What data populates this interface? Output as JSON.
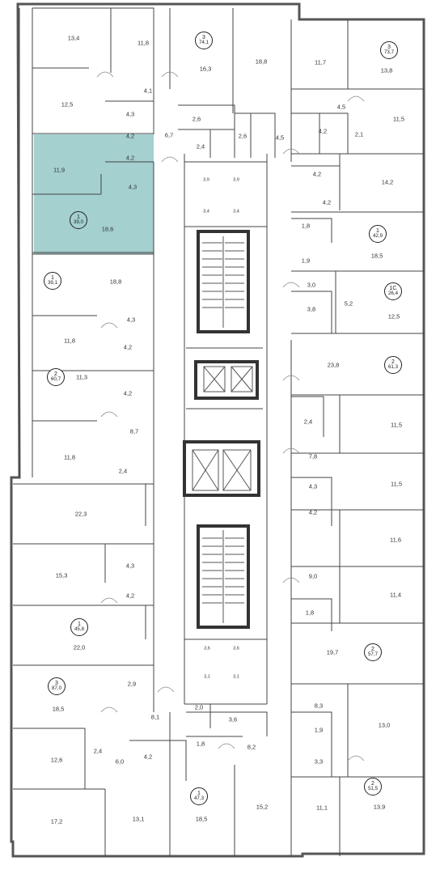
{
  "highlight_color": "#a4d0cf",
  "apartments": [
    {
      "key": "a1",
      "rooms": "3",
      "area": "74,1"
    },
    {
      "key": "a2",
      "rooms": "3",
      "area": "73,7"
    },
    {
      "key": "a3",
      "rooms": "1",
      "area": "39,0",
      "highlighted": true
    },
    {
      "key": "a4",
      "rooms": "1",
      "area": "42,9"
    },
    {
      "key": "a5",
      "rooms": "1",
      "area": "39,1"
    },
    {
      "key": "a6",
      "rooms": "1С",
      "area": "26,4"
    },
    {
      "key": "a7",
      "rooms": "2",
      "area": "61,3"
    },
    {
      "key": "a8",
      "rooms": "2",
      "area": "60,7"
    },
    {
      "key": "a9",
      "rooms": "1",
      "area": "45,8"
    },
    {
      "key": "a10",
      "rooms": "2",
      "area": "57,7"
    },
    {
      "key": "a11",
      "rooms": "3",
      "area": "87,0"
    },
    {
      "key": "a12",
      "rooms": "2",
      "area": "51,5"
    },
    {
      "key": "a13",
      "rooms": "1",
      "area": "47,3"
    }
  ],
  "rooms": [
    "13,4",
    "11,8",
    "16,3",
    "18,8",
    "11,7",
    "13,8",
    "4,1",
    "12,5",
    "4,3",
    "2,6",
    "2,6",
    "4,5",
    "11,5",
    "4,2",
    "6,7",
    "2,4",
    "4,5",
    "4,2",
    "2,1",
    "11,9",
    "4,2",
    "4,3",
    "4,2",
    "14,2",
    "18,6",
    "4,2",
    "1,8",
    "18,5",
    "1,9",
    "3,0",
    "5,2",
    "18,8",
    "3,8",
    "12,5",
    "4,3",
    "11,8",
    "4,2",
    "23,8",
    "11,3",
    "4,2",
    "2,4",
    "11,5",
    "8,7",
    "7,8",
    "11,8",
    "2,4",
    "11,5",
    "4,3",
    "22,3",
    "4,2",
    "11,6",
    "15,3",
    "4,3",
    "4,2",
    "9,0",
    "11,4",
    "1,8",
    "22,0",
    "19,7",
    "2,9",
    "8,3",
    "18,5",
    "8,1",
    "2,0",
    "3,6",
    "13,0",
    "1,9",
    "8,2",
    "12,6",
    "2,4",
    "6,0",
    "4,2",
    "1,8",
    "3,3",
    "18,5",
    "15,2",
    "17,2",
    "13,1",
    "11,1",
    "13,9"
  ],
  "core_rooms": [
    "3,9",
    "3,9",
    "3,4",
    "3,4",
    "3,6",
    "3,6",
    "3,1",
    "3,1"
  ]
}
